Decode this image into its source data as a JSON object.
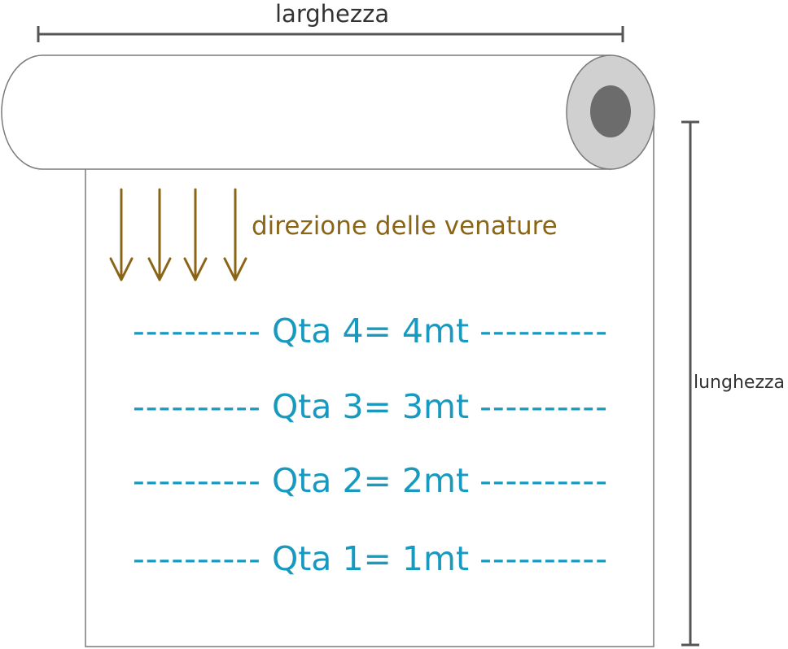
{
  "labels": {
    "width": "larghezza",
    "length": "lunghezza",
    "grain_direction": "direzione delle venature"
  },
  "dash_text": "----------",
  "quantities": [
    {
      "label": "Qta 4= 4mt"
    },
    {
      "label": "Qta 3= 3mt"
    },
    {
      "label": "Qta 2= 2mt"
    },
    {
      "label": "Qta 1= 1mt"
    }
  ],
  "colors": {
    "outline": "#7a7a7a",
    "dimension_line": "#555555",
    "arrow": "#8a6516",
    "quantity_text": "#1799c0",
    "core_outer": "#d0d0d0",
    "core_inner": "#6c6c6c"
  },
  "icons": {
    "grain_arrows": "arrow-down-icon"
  }
}
